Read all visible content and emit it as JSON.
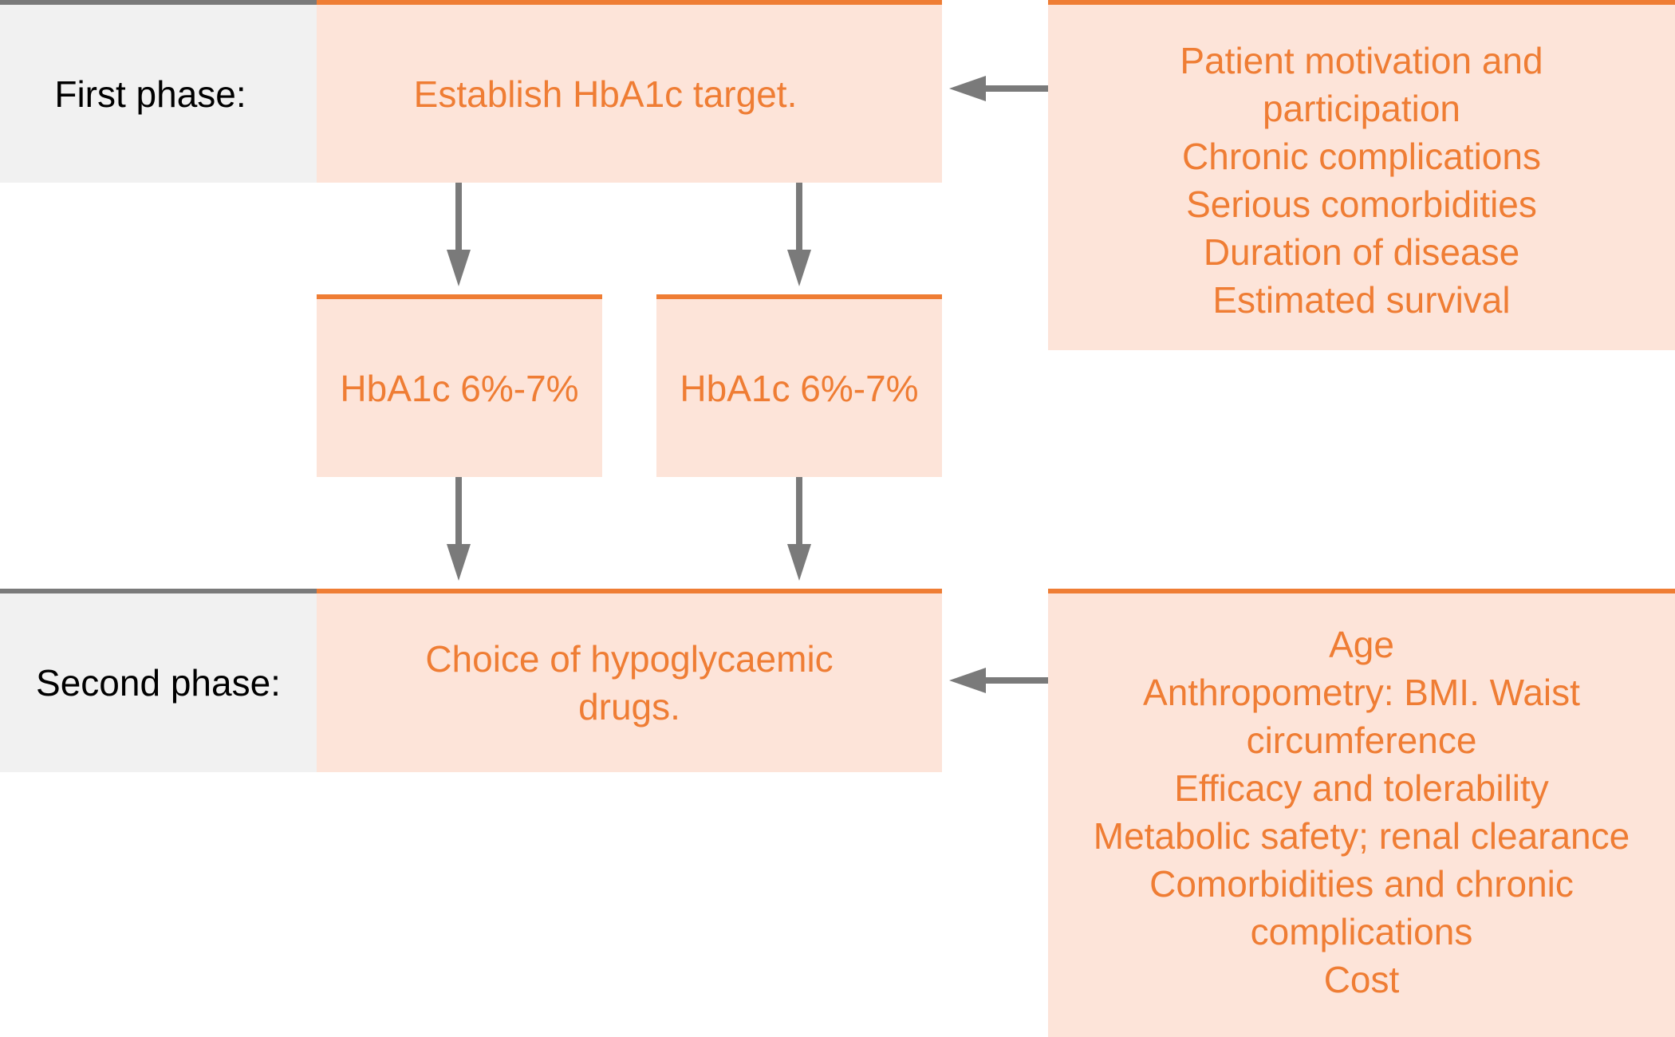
{
  "phases": {
    "first_label": "First phase:",
    "second_label": "Second phase:"
  },
  "boxes": {
    "first_phase": "Establish HbA1c target.",
    "target_left": "HbA1c 6%-7%",
    "target_right": "HbA1c 6%-7%",
    "second_phase": [
      "Choice of hypoglycaemic",
      "drugs."
    ]
  },
  "factors": {
    "first": [
      "Patient motivation and",
      "participation",
      "Chronic complications",
      "Serious comorbidities",
      "Duration of disease",
      "Estimated survival"
    ],
    "second": [
      "Age",
      "Anthropometry: BMI. Waist",
      "circumference",
      "Efficacy and tolerability",
      "Metabolic safety; renal clearance",
      "Comorbidities and chronic",
      "complications",
      "Cost"
    ]
  },
  "colors": {
    "accent": "#ef7d34",
    "box_fill": "#fde4d9",
    "label_fill": "#f1f1f1",
    "arrow": "#7a7a7a"
  }
}
